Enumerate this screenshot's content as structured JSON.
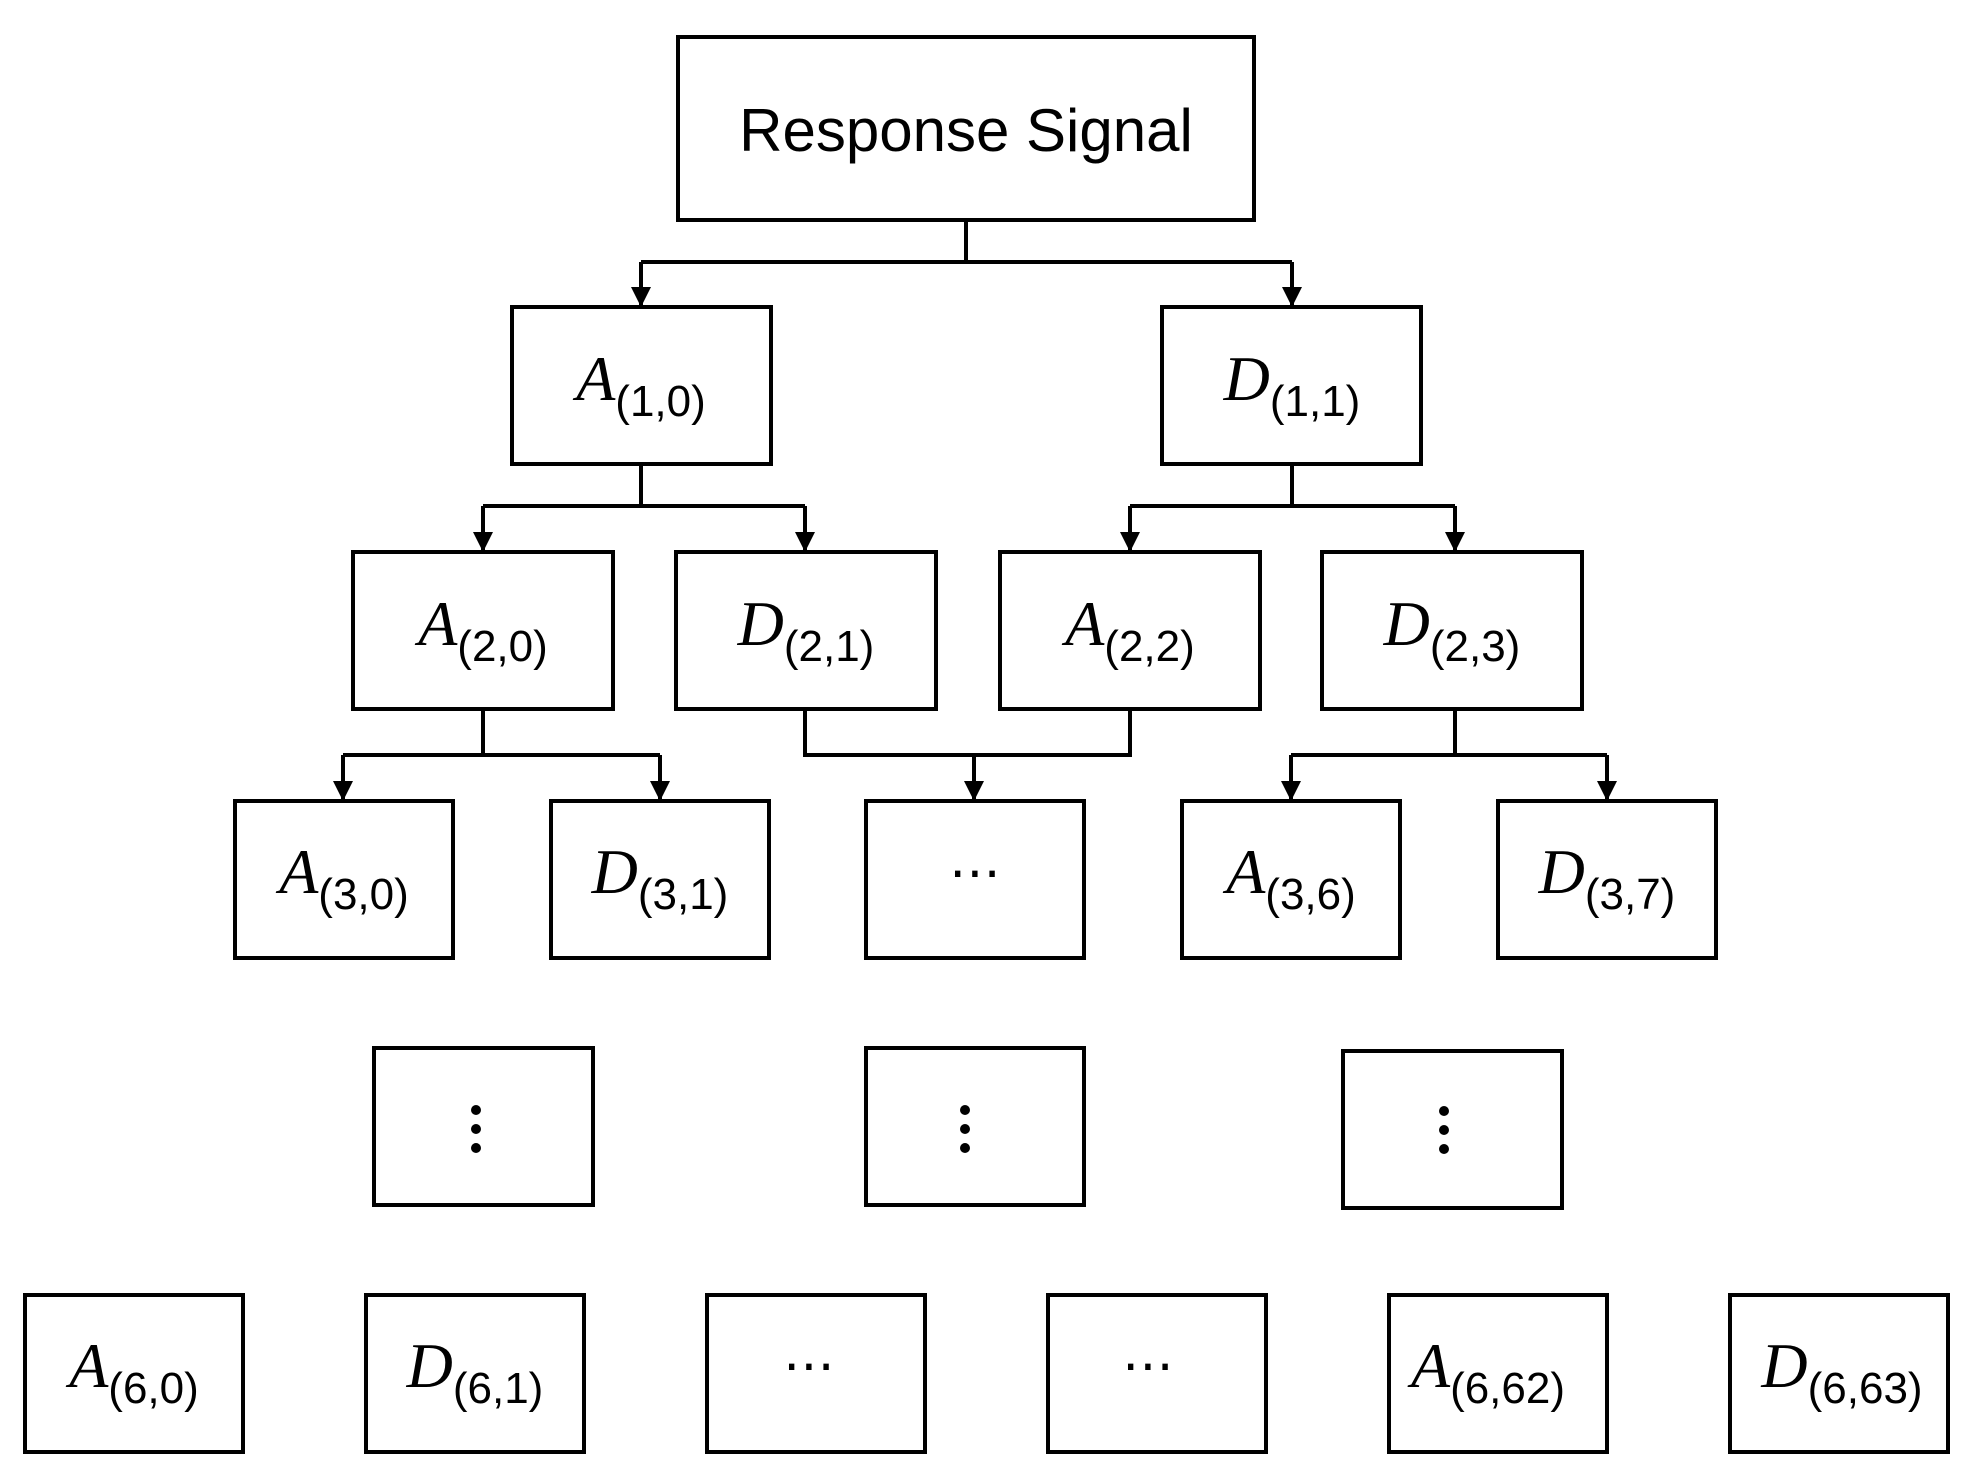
{
  "root": {
    "label": "Response Signal"
  },
  "nodes": {
    "a10": {
      "symbol": "A",
      "sub": "(1,0)"
    },
    "d11": {
      "symbol": "D",
      "sub": "(1,1)"
    },
    "a20": {
      "symbol": "A",
      "sub": "(2,0)"
    },
    "d21": {
      "symbol": "D",
      "sub": "(2,1)"
    },
    "a22": {
      "symbol": "A",
      "sub": "(2,2)"
    },
    "d23": {
      "symbol": "D",
      "sub": "(2,3)"
    },
    "a30": {
      "symbol": "A",
      "sub": "(3,0)"
    },
    "d31": {
      "symbol": "D",
      "sub": "(3,1)"
    },
    "a36": {
      "symbol": "A",
      "sub": "(3,6)"
    },
    "d37": {
      "symbol": "D",
      "sub": "(3,7)"
    },
    "a60": {
      "symbol": "A",
      "sub": "(6,0)"
    },
    "d61": {
      "symbol": "D",
      "sub": "(6,1)"
    },
    "a662": {
      "symbol": "A",
      "sub": "(6,62)"
    },
    "d663": {
      "symbol": "D",
      "sub": "(6,63)"
    }
  },
  "ellipsis": {
    "horizontal": "⋯"
  }
}
